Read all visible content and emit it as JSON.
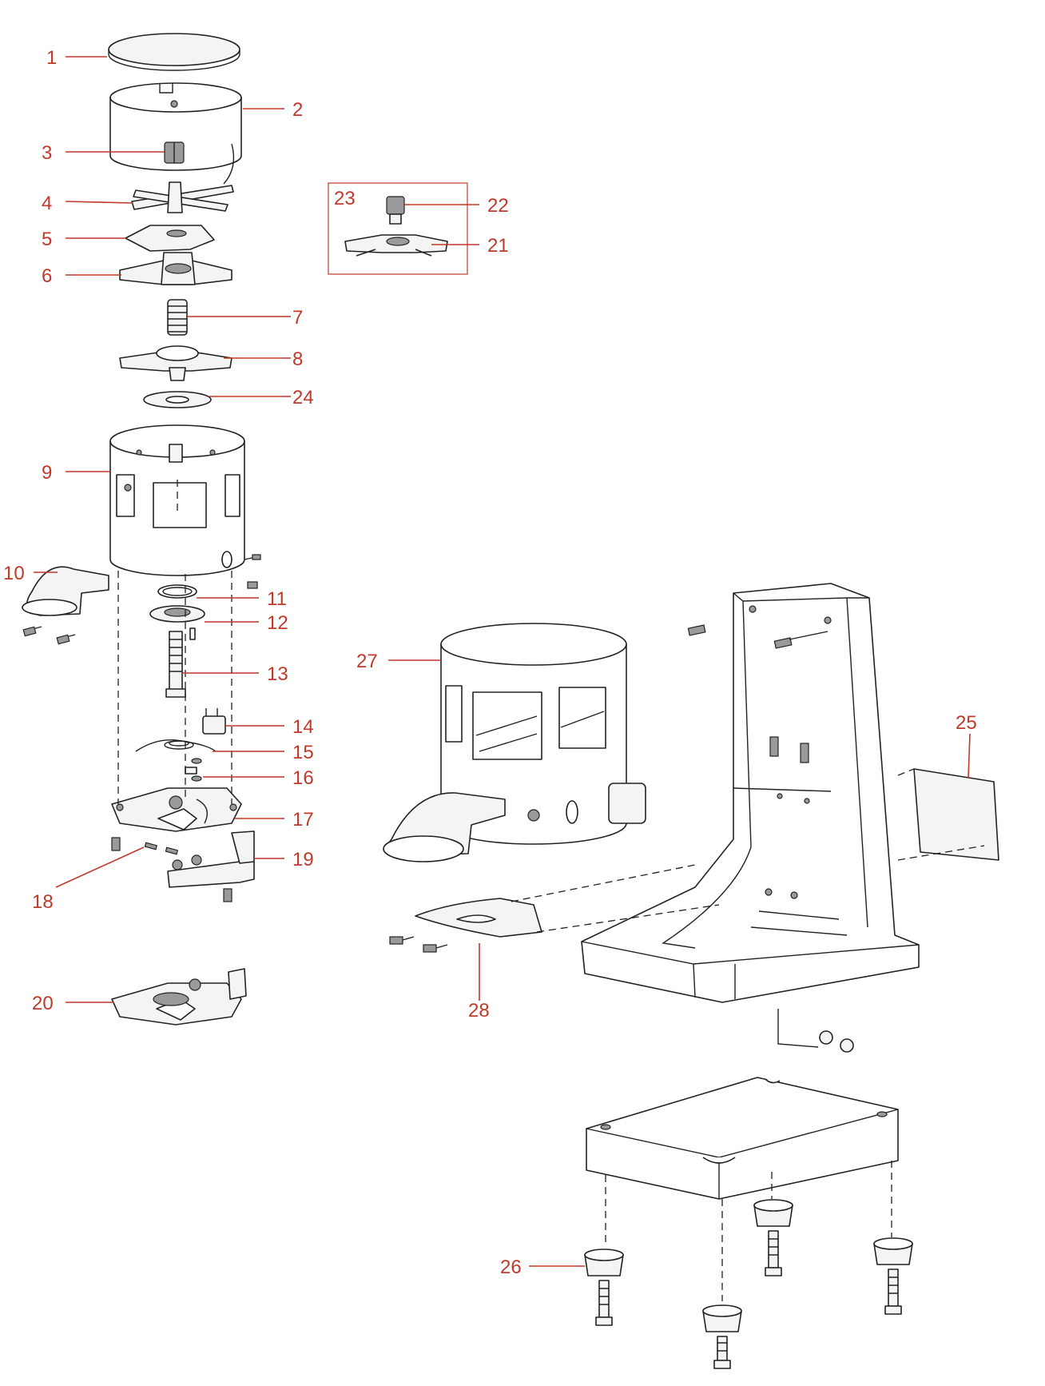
{
  "callouts": {
    "c1": "1",
    "c2": "2",
    "c3": "3",
    "c4": "4",
    "c5": "5",
    "c6": "6",
    "c7": "7",
    "c8": "8",
    "c9": "9",
    "c10": "10",
    "c11": "11",
    "c12": "12",
    "c13": "13",
    "c14": "14",
    "c15": "15",
    "c16": "16",
    "c17": "17",
    "c18": "18",
    "c19": "19",
    "c20": "20",
    "c21": "21",
    "c22": "22",
    "c23": "23",
    "c24": "24",
    "c25": "25",
    "c26": "26",
    "c27": "27",
    "c28": "28"
  },
  "colors": {
    "callout": "#c0392b",
    "line": "#222222",
    "part_fill": "#f4f4f4"
  }
}
